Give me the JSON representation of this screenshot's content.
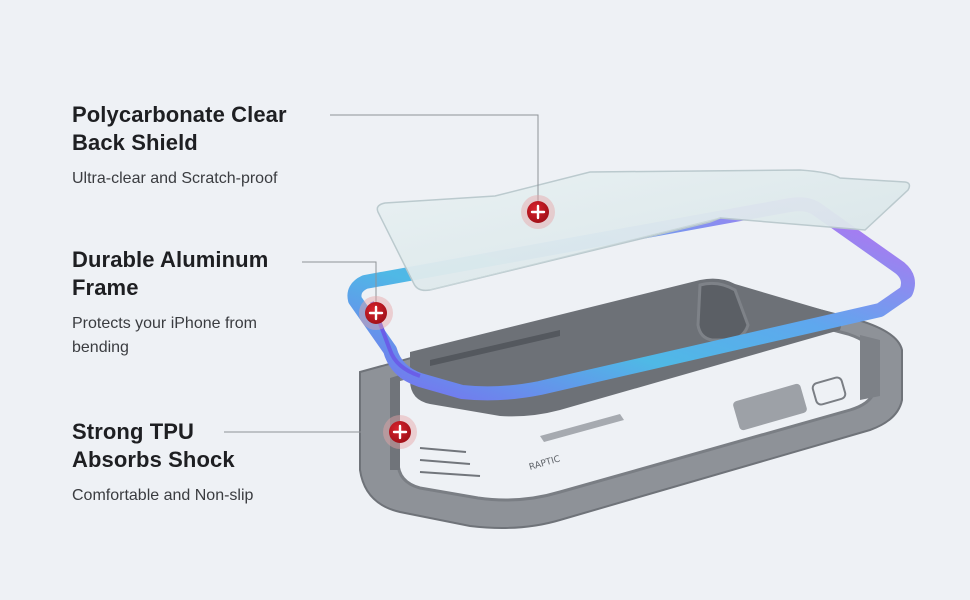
{
  "features": [
    {
      "title_lines": [
        "Polycarbonate Clear",
        "Back Shield"
      ],
      "description": "Ultra-clear and Scratch-proof"
    },
    {
      "title_lines": [
        "Durable Aluminum",
        "Frame"
      ],
      "description_lines": [
        "Protects your iPhone from",
        "bending"
      ]
    },
    {
      "title_lines": [
        "Strong TPU",
        "Absorbs Shock"
      ],
      "description": "Comfortable and Non-slip"
    }
  ],
  "product": {
    "brand_mark": "RAPTIC"
  },
  "colors": {
    "background": "#eef1f5",
    "marker_red": "#b5121b",
    "tpu_gray": "#8e9298",
    "frame_gradient": [
      "#7b6cf0",
      "#4fb9e6",
      "#c06cf2"
    ]
  }
}
